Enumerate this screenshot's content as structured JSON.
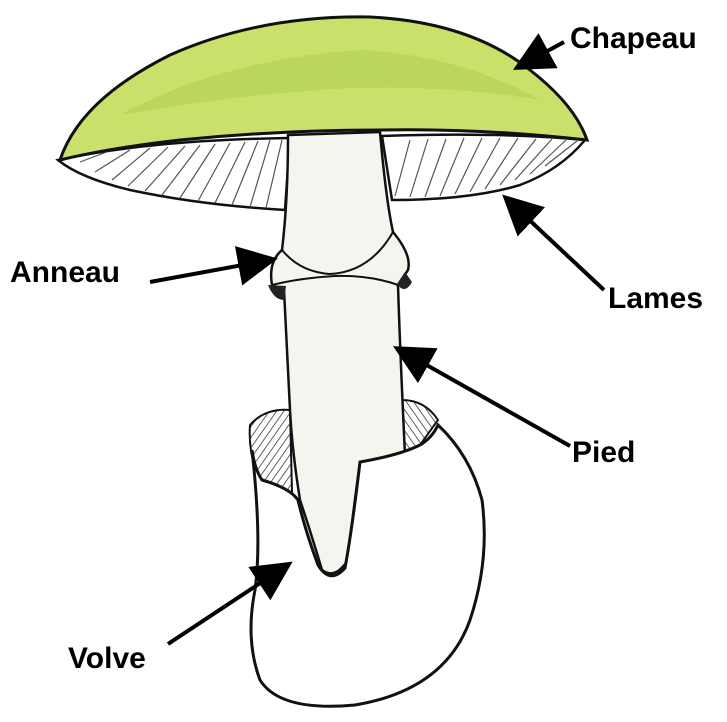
{
  "diagram": {
    "labels": {
      "chapeau": "Chapeau",
      "lames": "Lames",
      "anneau": "Anneau",
      "pied": "Pied",
      "volve": "Volve"
    },
    "colors": {
      "cap": "#c9e06a",
      "cap_shade": "#a9c94a",
      "stem": "#f3f5ef",
      "volve": "#ffffff",
      "outline": "#111111",
      "gills": "#555555"
    }
  }
}
